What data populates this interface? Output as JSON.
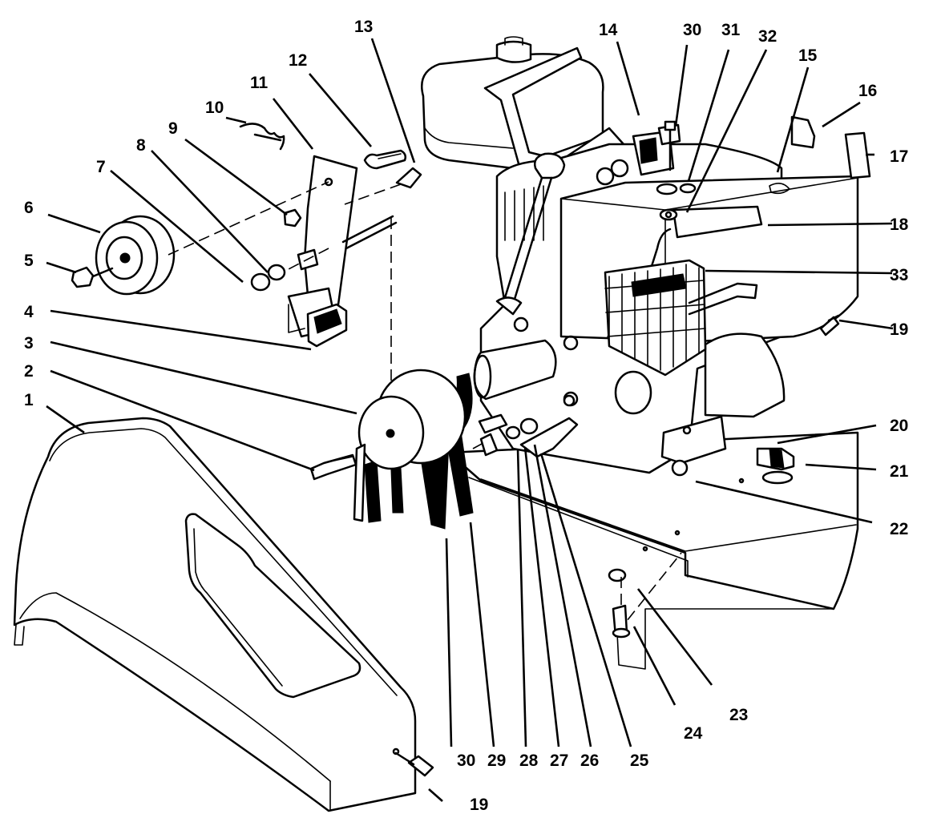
{
  "diagram": {
    "callouts": [
      {
        "id": "c1",
        "text": "1"
      },
      {
        "id": "c2",
        "text": "2"
      },
      {
        "id": "c3",
        "text": "3"
      },
      {
        "id": "c4",
        "text": "4"
      },
      {
        "id": "c5",
        "text": "5"
      },
      {
        "id": "c6",
        "text": "6"
      },
      {
        "id": "c7",
        "text": "7"
      },
      {
        "id": "c8",
        "text": "8"
      },
      {
        "id": "c9",
        "text": "9"
      },
      {
        "id": "c10",
        "text": "10"
      },
      {
        "id": "c11",
        "text": "11"
      },
      {
        "id": "c12",
        "text": "12"
      },
      {
        "id": "c13",
        "text": "13"
      },
      {
        "id": "c14",
        "text": "14"
      },
      {
        "id": "c15",
        "text": "15"
      },
      {
        "id": "c16",
        "text": "16"
      },
      {
        "id": "c17",
        "text": "17"
      },
      {
        "id": "c18",
        "text": "18"
      },
      {
        "id": "c19a",
        "text": "19"
      },
      {
        "id": "c19b",
        "text": "19"
      },
      {
        "id": "c20",
        "text": "20"
      },
      {
        "id": "c21",
        "text": "21"
      },
      {
        "id": "c22",
        "text": "22"
      },
      {
        "id": "c23",
        "text": "23"
      },
      {
        "id": "c24",
        "text": "24"
      },
      {
        "id": "c25",
        "text": "25"
      },
      {
        "id": "c26",
        "text": "26"
      },
      {
        "id": "c27",
        "text": "27"
      },
      {
        "id": "c28",
        "text": "28"
      },
      {
        "id": "c29",
        "text": "29"
      },
      {
        "id": "c30a",
        "text": "30"
      },
      {
        "id": "c30b",
        "text": "30"
      },
      {
        "id": "c31",
        "text": "31"
      },
      {
        "id": "c32",
        "text": "32"
      },
      {
        "id": "c33",
        "text": "33"
      }
    ],
    "colors": {
      "ink": "#000000",
      "paper": "#ffffff"
    }
  }
}
